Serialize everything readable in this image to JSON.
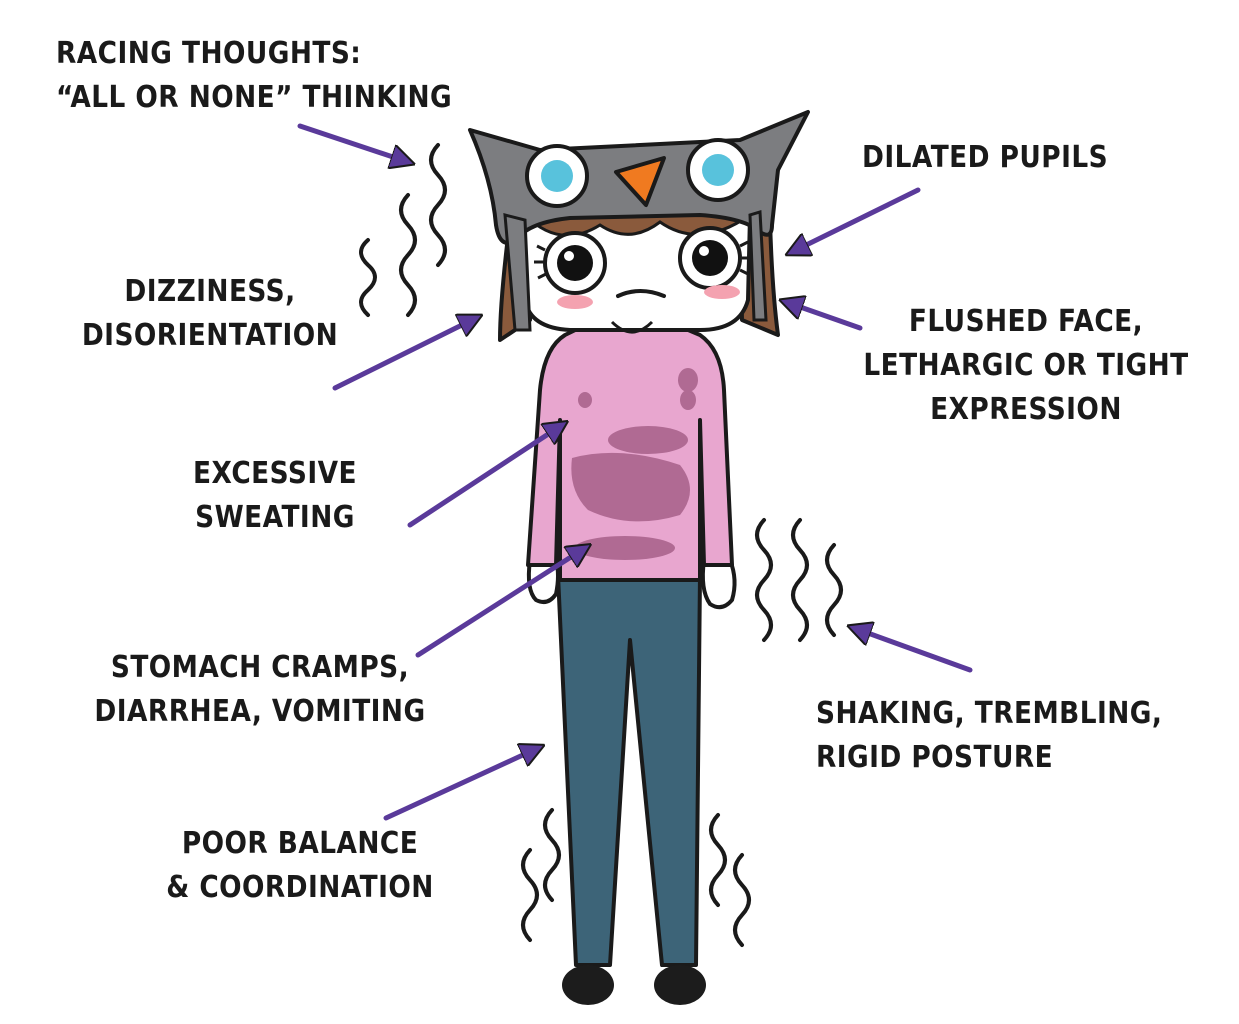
{
  "labels": {
    "racing": {
      "line1": "RACING THOUGHTS:",
      "line2": "“ALL OR NONE” THINKING"
    },
    "pupils": {
      "line1": "DILATED PUPILS"
    },
    "dizzy": {
      "line1": "DIZZINESS,",
      "line2": "DISORIENTATION"
    },
    "flushed": {
      "line1": "FLUSHED FACE,",
      "line2": "LETHARGIC OR TIGHT",
      "line3": "EXPRESSION"
    },
    "sweat": {
      "line1": "EXCESSIVE",
      "line2": "SWEATING"
    },
    "stomach": {
      "line1": "STOMACH CRAMPS,",
      "line2": "DIARRHEA, VOMITING"
    },
    "shaking": {
      "line1": "SHAKING, TREMBLING,",
      "line2": "RIGID POSTURE"
    },
    "balance": {
      "line1": "POOR BALANCE",
      "line2": "& COORDINATION"
    }
  },
  "colors": {
    "arrow": "#5a3a9a",
    "shirt": "#e8a6cf",
    "sweat_stain": "#b06a93",
    "jeans": "#3d6478",
    "hat": "#7c7d80",
    "hair": "#8a5a3c",
    "beak": "#f07a20",
    "owl_eye": "#58c2dc",
    "blush": "#f4a2b0"
  }
}
